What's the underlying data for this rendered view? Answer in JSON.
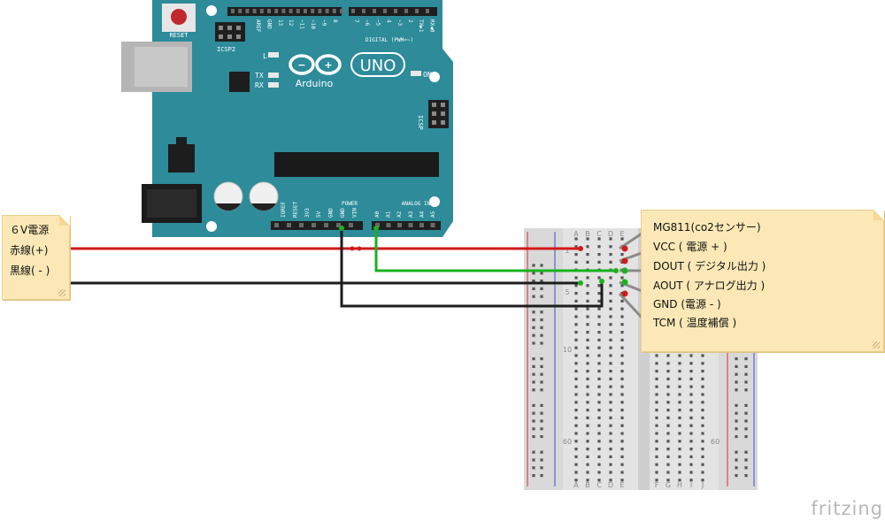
{
  "arduino": {
    "board_name": "Arduino",
    "model": "UNO",
    "reset_label": "RESET",
    "icsp2_label": "ICSP2",
    "icsp_label": "ICSP",
    "led_l": "L",
    "led_tx": "TX",
    "led_rx": "RX",
    "on_label": "ON",
    "digital_label": "DIGITAL (PWM=~)",
    "power_label": "POWER",
    "analog_label": "ANALOG IN",
    "top_pin_labels": [
      "AREF",
      "GND",
      "13",
      "12",
      "~11",
      "~10",
      "~9",
      "8",
      "7",
      "~6",
      "~5",
      "4",
      "~3",
      "2",
      "TX▶1",
      "RX◀0"
    ],
    "power_pin_labels": [
      "IOREF",
      "RESET",
      "3V3",
      "5V",
      "GND",
      "GND",
      "VIN"
    ],
    "analog_pin_labels": [
      "A0",
      "A1",
      "A2",
      "A3",
      "A4",
      "A5"
    ]
  },
  "breadboard": {
    "col_letters_left": [
      "A",
      "B",
      "C",
      "D",
      "E"
    ],
    "col_letters_right": [
      "F",
      "G",
      "H",
      "I",
      "J"
    ],
    "row_numbers": [
      "1",
      "5",
      "10",
      "60"
    ]
  },
  "power_note": {
    "lines": [
      "６V電源",
      "赤線(+)",
      "黒線( - )"
    ]
  },
  "sensor_note": {
    "lines": [
      "MG811(co2センサー)",
      "VCC ( 電源 + )",
      "DOUT ( デジタル出力 )",
      "AOUT ( アナログ出力 )",
      "GND (電源 - )",
      "TCM ( 温度補償 )"
    ]
  },
  "brand": "fritzing",
  "colors": {
    "board": "#2d8b9a",
    "board_dark": "#24717d",
    "wire_red": "#d11a1a",
    "wire_black": "#1d1d1d",
    "wire_green": "#19b21f",
    "note_bg": "#fbe8b6",
    "rail_red": "#d9302a",
    "rail_blue": "#3a4fd0"
  }
}
